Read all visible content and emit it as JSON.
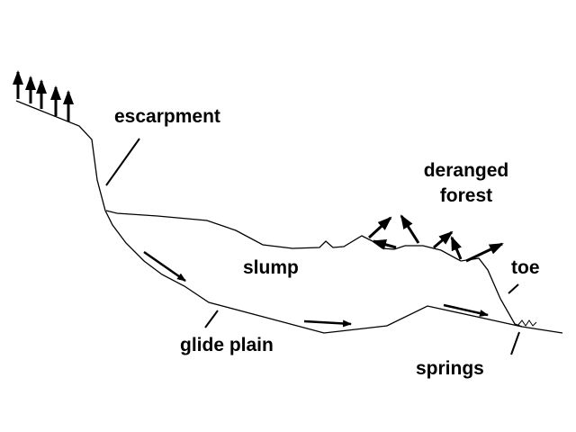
{
  "labels": {
    "escarpment": "escarpment",
    "deranged_forest_line1": "deranged",
    "deranged_forest_line2": "forest",
    "slump": "slump",
    "toe": "toe",
    "glide_plain": "glide plain",
    "springs": "springs"
  },
  "colors": {
    "ink": "#000000",
    "background": "#ffffff"
  }
}
